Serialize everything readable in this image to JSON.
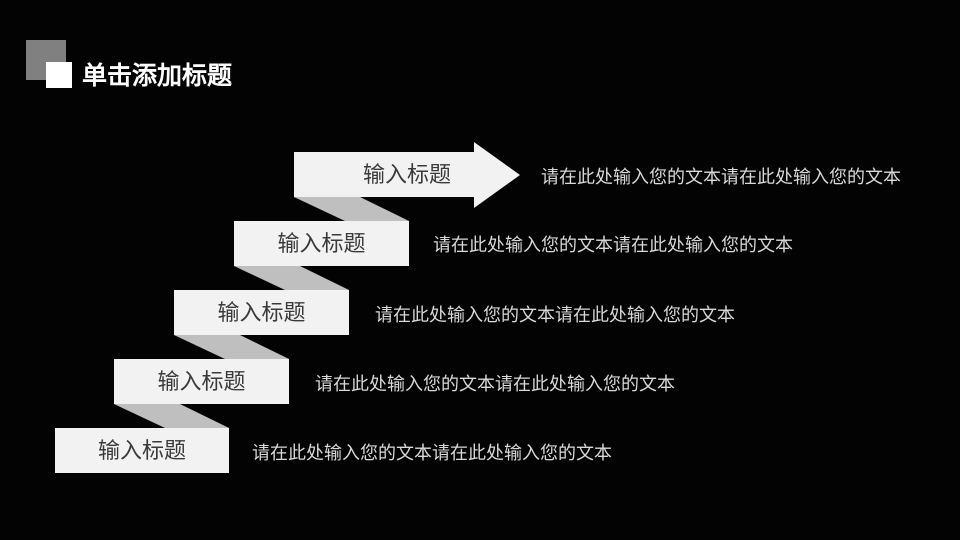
{
  "slide": {
    "title": "单击添加标题"
  },
  "steps": [
    {
      "label": "输入标题",
      "desc": "请在此处输入您的文本请在此处输入您的文本"
    },
    {
      "label": "输入标题",
      "desc": "请在此处输入您的文本请在此处输入您的文本"
    },
    {
      "label": "输入标题",
      "desc": "请在此处输入您的文本请在此处输入您的文本"
    },
    {
      "label": "输入标题",
      "desc": "请在此处输入您的文本请在此处输入您的文本"
    },
    {
      "label": "输入标题",
      "desc": "请在此处输入您的文本请在此处输入您的文本"
    }
  ],
  "colors": {
    "background": "#030303",
    "box_fill": "#f2f2f2",
    "connector_fill": "#bfbfbf",
    "title_square_back": "#808080",
    "title_square_front": "#ffffff"
  }
}
